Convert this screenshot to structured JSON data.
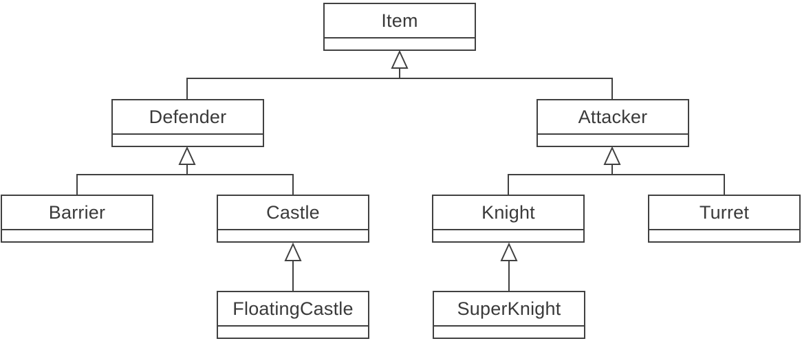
{
  "diagram": {
    "kind": "uml-class-inheritance-diagram",
    "stroke_color": "#404040",
    "text_color": "#3a3a3a",
    "background_color": "#ffffff",
    "classes": [
      {
        "name": "Item"
      },
      {
        "name": "Defender"
      },
      {
        "name": "Attacker"
      },
      {
        "name": "Barrier"
      },
      {
        "name": "Castle"
      },
      {
        "name": "Knight"
      },
      {
        "name": "Turret"
      },
      {
        "name": "FloatingCastle"
      },
      {
        "name": "SuperKnight"
      }
    ],
    "relationships": [
      {
        "child": "Defender",
        "parent": "Item",
        "type": "generalization"
      },
      {
        "child": "Attacker",
        "parent": "Item",
        "type": "generalization"
      },
      {
        "child": "Barrier",
        "parent": "Defender",
        "type": "generalization"
      },
      {
        "child": "Castle",
        "parent": "Defender",
        "type": "generalization"
      },
      {
        "child": "Knight",
        "parent": "Attacker",
        "type": "generalization"
      },
      {
        "child": "Turret",
        "parent": "Attacker",
        "type": "generalization"
      },
      {
        "child": "FloatingCastle",
        "parent": "Castle",
        "type": "generalization"
      },
      {
        "child": "SuperKnight",
        "parent": "Knight",
        "type": "generalization"
      }
    ]
  }
}
